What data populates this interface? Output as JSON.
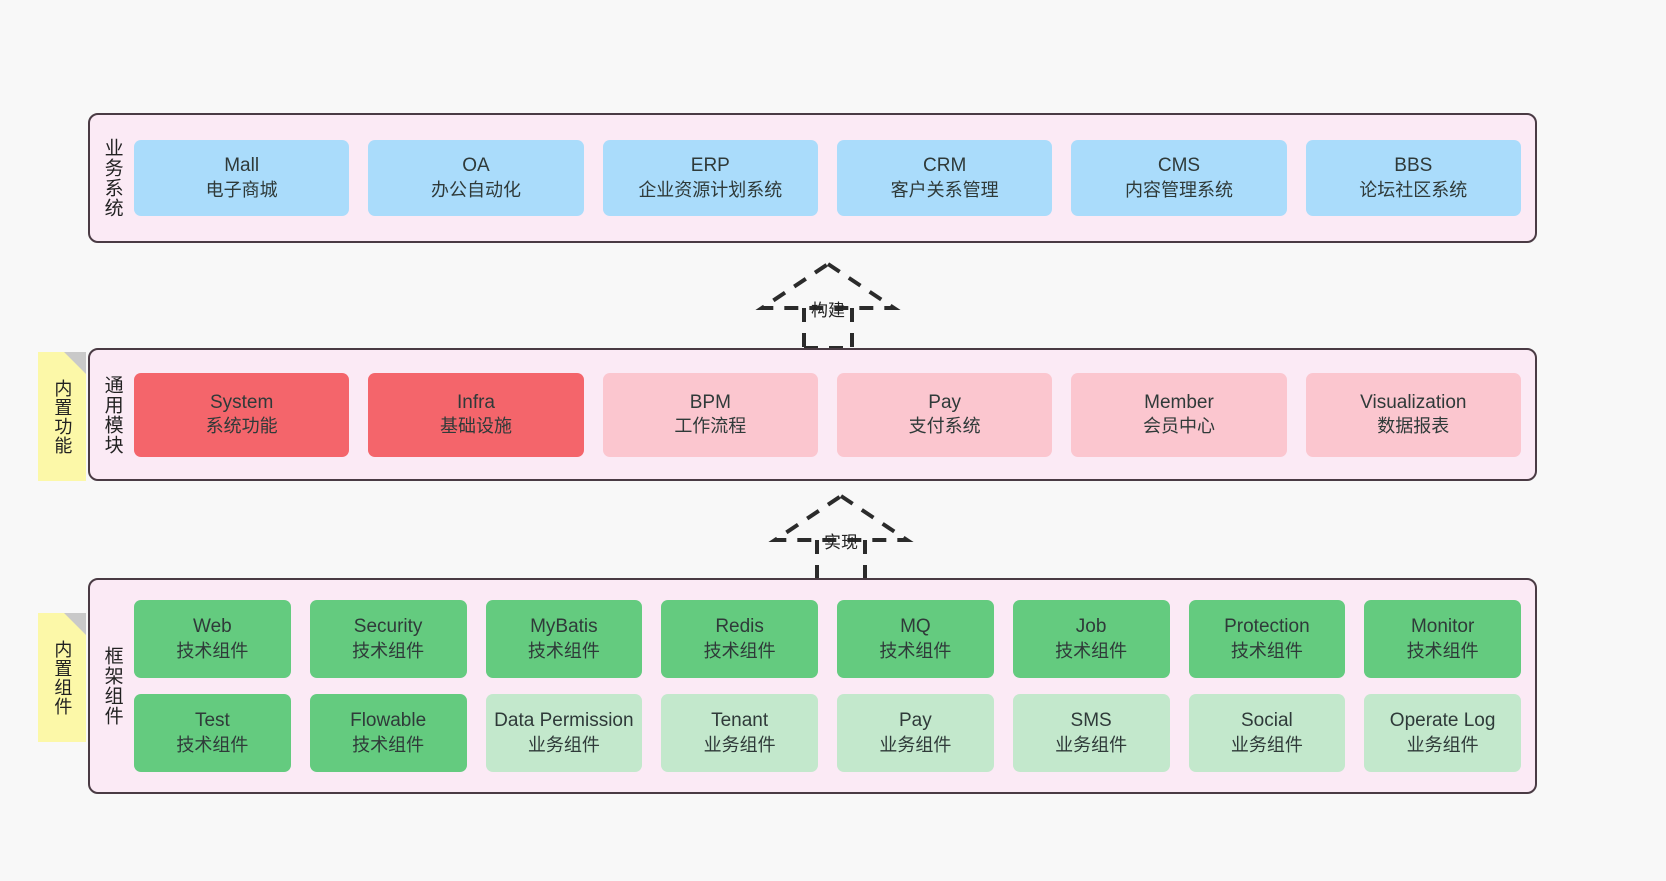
{
  "colors": {
    "panel_bg": "#fbeaf5",
    "panel_border": "#4a3b44",
    "business": "#aadcfb",
    "module_core": "#f4656b",
    "module_other": "#fbc6cf",
    "frame_tech": "#64cb7f",
    "frame_biz": "#c3e8cc",
    "sticky": "#fcf8a8",
    "page_bg": "#f8f8f8"
  },
  "layers": {
    "business": {
      "title": "业务系统",
      "nodes": [
        {
          "en": "Mall",
          "cn": "电子商城"
        },
        {
          "en": "OA",
          "cn": "办公自动化"
        },
        {
          "en": "ERP",
          "cn": "企业资源计划系统"
        },
        {
          "en": "CRM",
          "cn": "客户关系管理"
        },
        {
          "en": "CMS",
          "cn": "内容管理系统"
        },
        {
          "en": "BBS",
          "cn": "论坛社区系统"
        }
      ]
    },
    "module": {
      "title": "通用模块",
      "sticky": "内置功能",
      "nodes": [
        {
          "en": "System",
          "cn": "系统功能",
          "style": "core"
        },
        {
          "en": "Infra",
          "cn": "基础设施",
          "style": "core"
        },
        {
          "en": "BPM",
          "cn": "工作流程",
          "style": "other"
        },
        {
          "en": "Pay",
          "cn": "支付系统",
          "style": "other"
        },
        {
          "en": "Member",
          "cn": "会员中心",
          "style": "other"
        },
        {
          "en": "Visualization",
          "cn": "数据报表",
          "style": "other"
        }
      ]
    },
    "frame": {
      "title": "框架组件",
      "sticky": "内置组件",
      "row1": [
        {
          "en": "Web",
          "cn": "技术组件"
        },
        {
          "en": "Security",
          "cn": "技术组件"
        },
        {
          "en": "MyBatis",
          "cn": "技术组件"
        },
        {
          "en": "Redis",
          "cn": "技术组件"
        },
        {
          "en": "MQ",
          "cn": "技术组件"
        },
        {
          "en": "Job",
          "cn": "技术组件"
        },
        {
          "en": "Protection",
          "cn": "技术组件"
        },
        {
          "en": "Monitor",
          "cn": "技术组件"
        }
      ],
      "row2": [
        {
          "en": "Test",
          "cn": "技术组件",
          "style": "tech"
        },
        {
          "en": "Flowable",
          "cn": "技术组件",
          "style": "tech"
        },
        {
          "en": "Data Permission",
          "cn": "业务组件",
          "style": "biz"
        },
        {
          "en": "Tenant",
          "cn": "业务组件",
          "style": "biz"
        },
        {
          "en": "Pay",
          "cn": "业务组件",
          "style": "biz"
        },
        {
          "en": "SMS",
          "cn": "业务组件",
          "style": "biz"
        },
        {
          "en": "Social",
          "cn": "业务组件",
          "style": "biz"
        },
        {
          "en": "Operate Log",
          "cn": "业务组件",
          "style": "biz"
        }
      ]
    }
  },
  "arrows": [
    {
      "label": "构建"
    },
    {
      "label": "实现"
    }
  ]
}
